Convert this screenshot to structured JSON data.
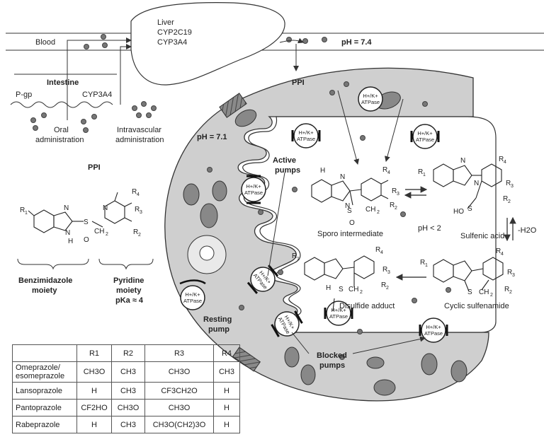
{
  "labels": {
    "blood": "Blood",
    "liver": "Liver",
    "cyp2c19": "CYP2C19",
    "cyp3a4_liver": "CYP3A4",
    "ph_blood": "pH = 7.4",
    "intestine": "Intestine",
    "pgp": "P-gp",
    "cyp3a4_intestine": "CYP3A4",
    "oral1": "Oral",
    "oral2": "administration",
    "iv1": "Intravascular",
    "iv2": "administration",
    "ppi_top": "PPI",
    "ppi_left": "PPI",
    "ph_cell": "pH = 7.1",
    "active1": "Active",
    "active2": "pumps",
    "resting1": "Resting",
    "resting2": "pump",
    "blocked1": "Blocked",
    "blocked2": "pumps",
    "sporo": "Sporo intermediate",
    "sulfenic": "Sulfenic acid",
    "ph_acid": "pH < 2",
    "minus_water": "-H2O",
    "cyclic": "Cyclic sulfenamide",
    "disulfide": "Disulfide adduct",
    "benz1": "Benzimidazole",
    "benz2": "moiety",
    "pyr1": "Pyridine",
    "pyr2": "moiety",
    "pka": "pKa ≈ 4",
    "pump_line1": "H+/K+",
    "pump_line2": "ATPase"
  },
  "table": {
    "headers": [
      "",
      "R1",
      "R2",
      "R3",
      "R4"
    ],
    "rows": [
      {
        "drug": "Omeprazole/ esomeprazole",
        "r1": "CH3O",
        "r2": "CH3",
        "r3": "CH3O",
        "r4": "CH3"
      },
      {
        "drug": "Lansoprazole",
        "r1": "H",
        "r2": "CH3",
        "r3": "CF3CH2O",
        "r4": "H"
      },
      {
        "drug": "Pantoprazole",
        "r1": "CF2HO",
        "r2": "CH3O",
        "r3": "CH3O",
        "r4": "H"
      },
      {
        "drug": "Rabeprazole",
        "r1": "H",
        "r2": "CH3",
        "r3": "CH3O(CH2)3O",
        "r4": "H"
      }
    ]
  }
}
